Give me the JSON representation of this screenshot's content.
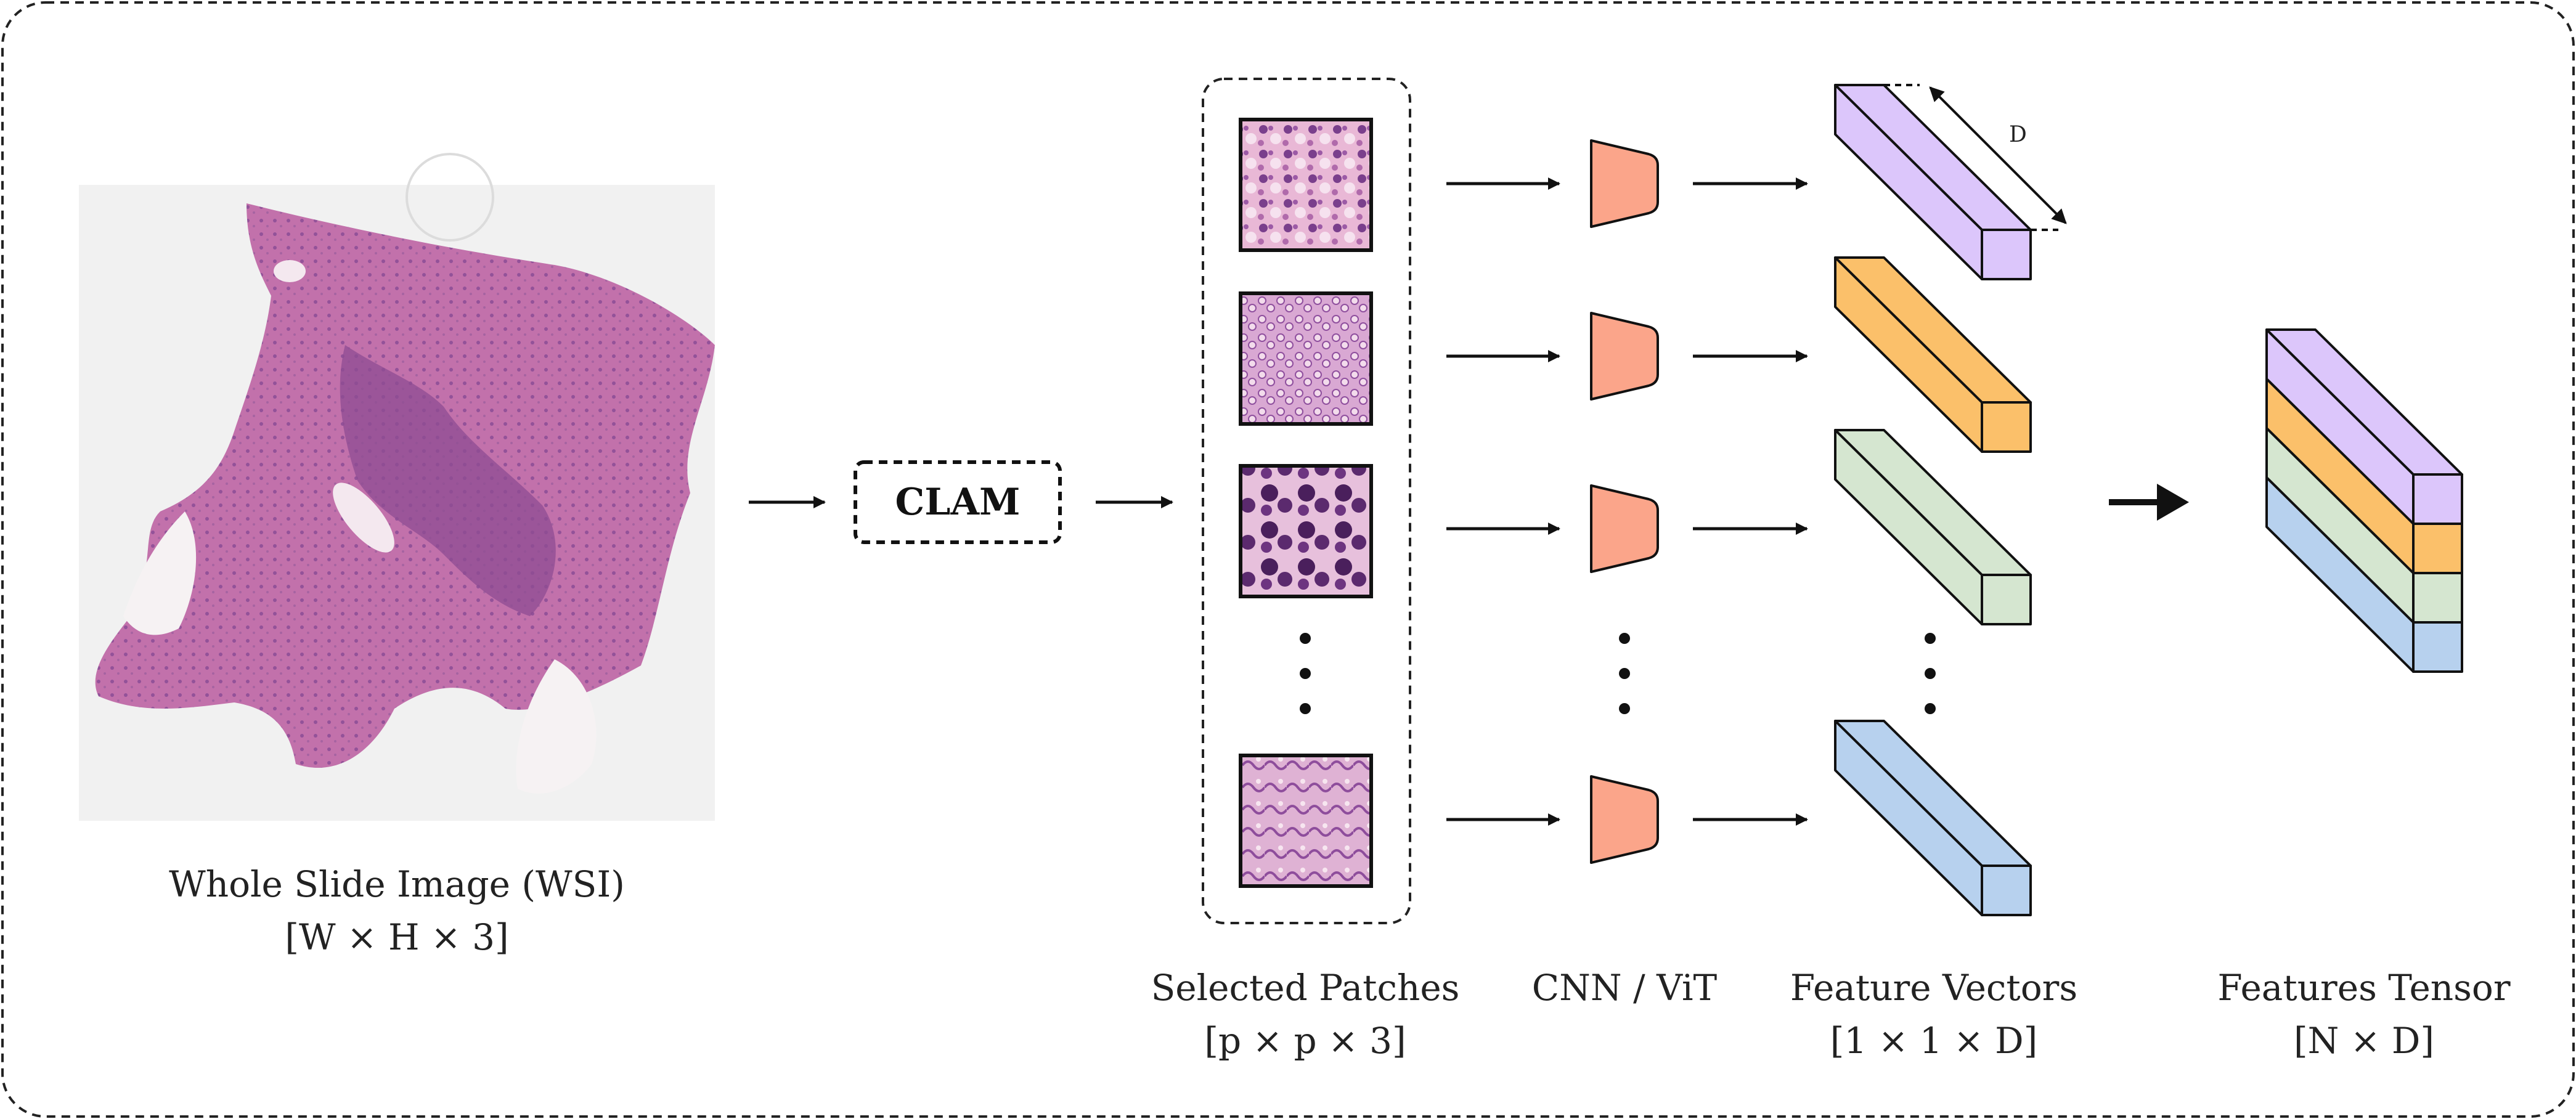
{
  "wsi": {
    "title": "Whole Slide Image (WSI)",
    "dims": "[W × H × 3]"
  },
  "clam": {
    "label": "CLAM"
  },
  "patches": {
    "title": "Selected Patches",
    "dims": "[p × p × 3]"
  },
  "encoder": {
    "title": "CNN / ViT"
  },
  "features": {
    "title": "Feature Vectors",
    "dims": "[1 × 1 × D]",
    "depth_label": "D"
  },
  "tensor": {
    "title": "Features Tensor",
    "dims": "[N × D]"
  },
  "colors": {
    "purple": "#dcc6fb",
    "orange": "#fbc06a",
    "green": "#d5e6d0",
    "blue": "#b7d1ee",
    "encoder": "#fba58a"
  }
}
